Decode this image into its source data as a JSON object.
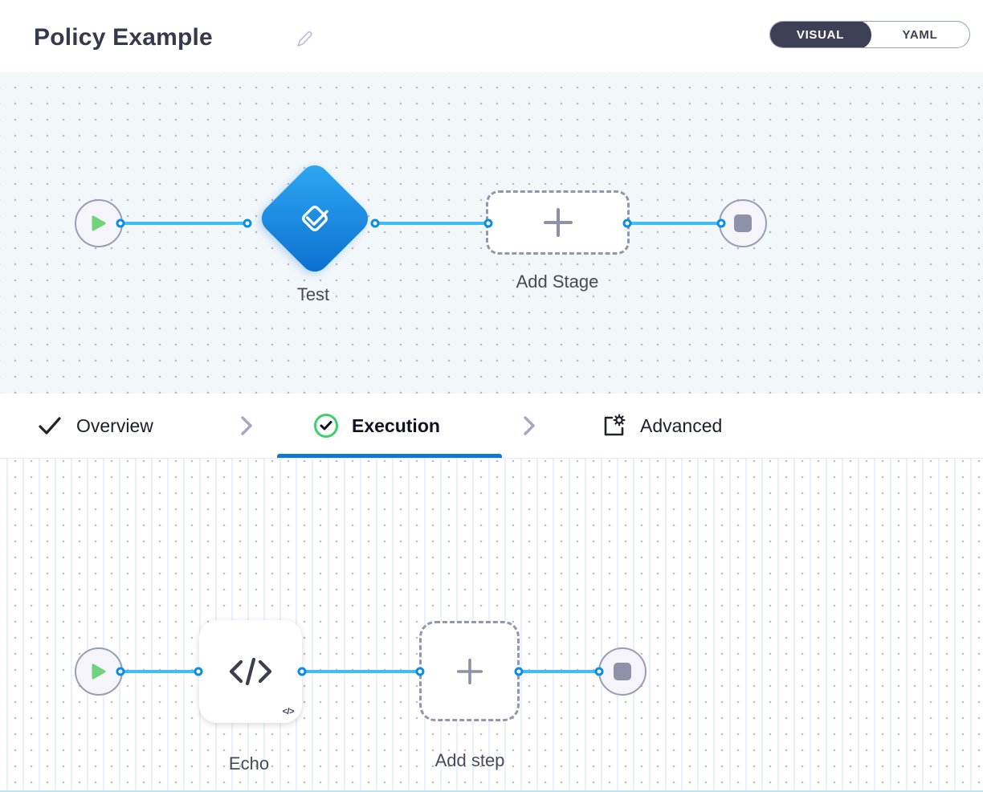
{
  "header": {
    "title": "Policy Example",
    "view_toggle": {
      "options": [
        "VISUAL",
        "YAML"
      ],
      "selected": "VISUAL"
    }
  },
  "stage_pipeline": {
    "stage_name": "Test",
    "add_stage_label": "Add Stage"
  },
  "tab_bar": {
    "active_tab": "Execution",
    "tabs": [
      {
        "label": "Overview",
        "icon": "check-icon"
      },
      {
        "label": "Execution",
        "icon": "check-circle-icon"
      },
      {
        "label": "Advanced",
        "icon": "panel-gear-icon"
      }
    ]
  },
  "step_pipeline": {
    "step_name": "Echo",
    "add_step_label": "Add step",
    "code_badge": "</>"
  },
  "colors": {
    "accent_blue": "#0d79d0",
    "connector_blue": "#41bdf3",
    "port_blue": "#0b8ee0",
    "diamond_gradient_top": "#2fa9f3",
    "diamond_gradient_bottom": "#0a6ecf",
    "play_green": "#70d37b",
    "success_green": "#3ed06c",
    "toggle_dark": "#3d3f54",
    "node_gray": "#8f91a9"
  }
}
